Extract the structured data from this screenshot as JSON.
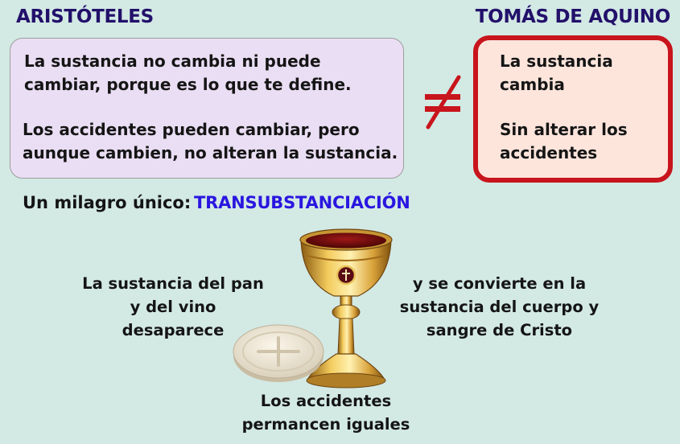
{
  "left": {
    "title": "ARISTÓTELES",
    "para1": "La sustancia no cambia ni puede cambiar, porque es lo que te define.",
    "para2": "Los accidentes pueden cambiar, pero aunque cambien, no alteran la sustancia."
  },
  "right": {
    "title": "TOMÁS DE AQUINO",
    "para1": "La sustancia cambia",
    "para2": "Sin alterar los accidentes"
  },
  "comparison_symbol": "≠",
  "miracle": {
    "label": "Un milagro único:",
    "term": "TRANSUBSTANCIACIÓN"
  },
  "bottom": {
    "bread_text": "La sustancia del pan y del vino desaparece",
    "body_text": "y se convierte en la sustancia del cuerpo y sangre de Cristo",
    "accidents_text": "Los accidentes permancen iguales"
  },
  "icons": [
    "chalice-icon",
    "host-icon"
  ],
  "colors": {
    "background": "#d3e9e4",
    "heading": "#22106a",
    "term": "#2a16e0",
    "left_box": "#eadef4",
    "right_box": "#fde5dc",
    "right_border": "#c8141c",
    "not_equal": "#c8141c"
  }
}
